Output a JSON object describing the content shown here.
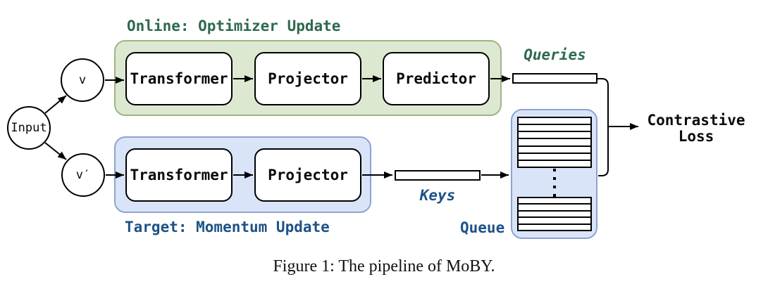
{
  "colors": {
    "green_fill": "#dde8d1",
    "green_stroke": "#9db683",
    "blue_fill": "#d9e4f8",
    "blue_stroke": "#8da3d0",
    "green_text": "#2d6a4e",
    "blue_text": "#1e5286"
  },
  "nodes": {
    "input_label": "Input",
    "view_top": "v",
    "view_bottom": "v′"
  },
  "groups": {
    "online": {
      "title": "Online: Optimizer Update",
      "boxes": [
        "Transformer",
        "Projector",
        "Predictor"
      ]
    },
    "target": {
      "title": "Target: Momentum Update",
      "boxes": [
        "Transformer",
        "Projector"
      ]
    }
  },
  "embeddings": {
    "queries": "Queries",
    "keys": "Keys"
  },
  "queue": {
    "label": "Queue",
    "top_rows": 7,
    "bottom_rows": 5
  },
  "loss": {
    "line1": "Contrastive",
    "line2": "Loss"
  },
  "caption": "Figure 1: The pipeline of MoBY."
}
